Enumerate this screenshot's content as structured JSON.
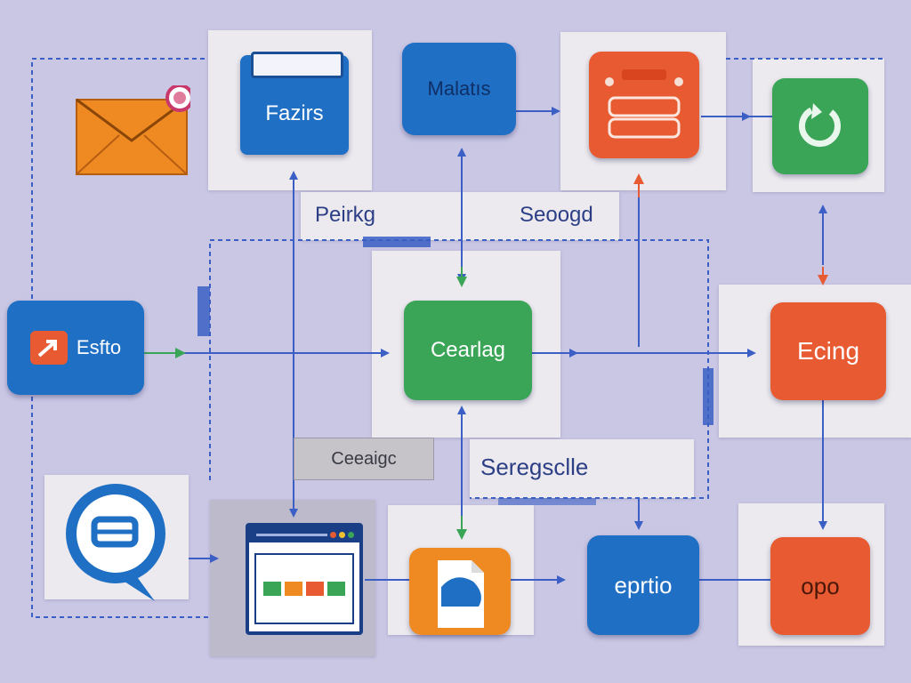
{
  "diagram": {
    "nodes": {
      "faszirs": {
        "label": "Fazirs",
        "color": "#1f6fc4"
      },
      "malates": {
        "label": "Malatıs",
        "color": "#1f6fc4"
      },
      "esfto": {
        "label": "Esfto",
        "color": "#1f6fc4"
      },
      "cearlag": {
        "label": "Cearlag",
        "color": "#3aa457"
      },
      "ecing": {
        "label": "Ecing",
        "color": "#e85a32"
      },
      "eprtio": {
        "label": "eprtio",
        "color": "#1f6fc4"
      },
      "opo": {
        "label": "opo",
        "color": "#e85a32"
      }
    },
    "labels": {
      "perking": "Peirkg",
      "seoogd": "Seoogd",
      "ceeaigc": "Ceeaigc",
      "seregsclle": "Seregsclle"
    },
    "colors": {
      "background": "#c9c7e4",
      "arrow": "#3b5fc4",
      "dashed": "#3b5fc4",
      "accent_green": "#3aa457",
      "accent_red": "#e85a32"
    },
    "icons": [
      "envelope-icon",
      "folder-icon",
      "printer-icon",
      "refresh-icon",
      "chat-bubble-icon",
      "browser-window-icon",
      "document-icon"
    ]
  }
}
